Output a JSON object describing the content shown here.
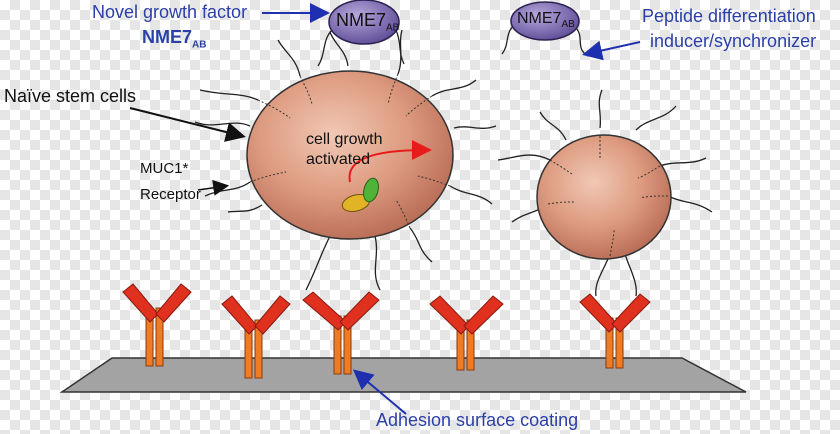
{
  "labels": {
    "growth_factor_line1": "Novel growth factor",
    "growth_factor_line2": "NME7",
    "growth_factor_sub": "AB",
    "naive_stem_cells": "Naïve stem cells",
    "muc1_line1": "MUC1*",
    "muc1_line2": "Receptor",
    "cell_growth_line1": "cell growth",
    "cell_growth_line2": "activated",
    "peptide_line1": "Peptide differentiation",
    "peptide_line2": "inducer/synchronizer",
    "adhesion": "Adhesion surface coating"
  },
  "molecules": [
    {
      "main": "NME7",
      "sub": "AB"
    },
    {
      "main": "NME7",
      "sub": "AB"
    }
  ],
  "colors": {
    "label_blue": "#2b3fa8",
    "arrow_blue": "#1e2fb0",
    "cell_fill": "#d9937a",
    "molecule_fill": "#7e6bb0",
    "antibody_red": "#e0301e",
    "antibody_orange": "#ef7b22",
    "surface_gray": "#9c9c9c",
    "activation_arrow": "#e81b1b"
  }
}
